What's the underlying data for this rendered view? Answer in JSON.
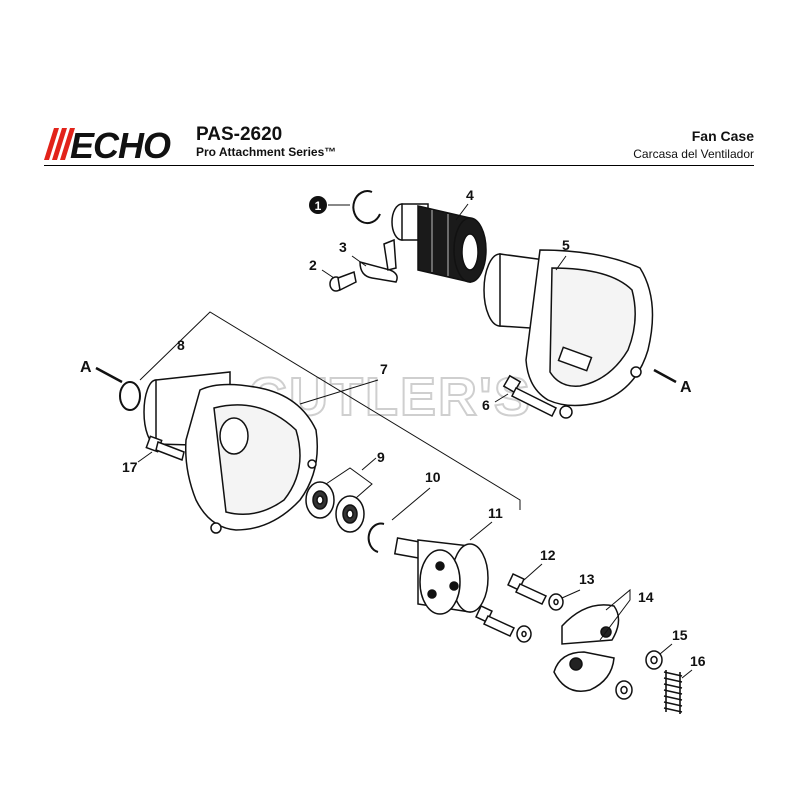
{
  "header": {
    "brand": "ECHO",
    "model": "PAS-2620",
    "series": "Pro Attachment Series™",
    "title_en": "Fan Case",
    "title_es": "Carcasa del Ventilador"
  },
  "watermark": "CUTLER'S",
  "markers": {
    "left": "A",
    "right": "A"
  },
  "callouts": [
    "1",
    "2",
    "3",
    "4",
    "5",
    "6",
    "7",
    "8",
    "9",
    "10",
    "11",
    "12",
    "13",
    "14",
    "15",
    "16",
    "17"
  ],
  "colors": {
    "brand_red": "#e2231a",
    "ink": "#111111",
    "watermark": "#cfcfcf"
  }
}
